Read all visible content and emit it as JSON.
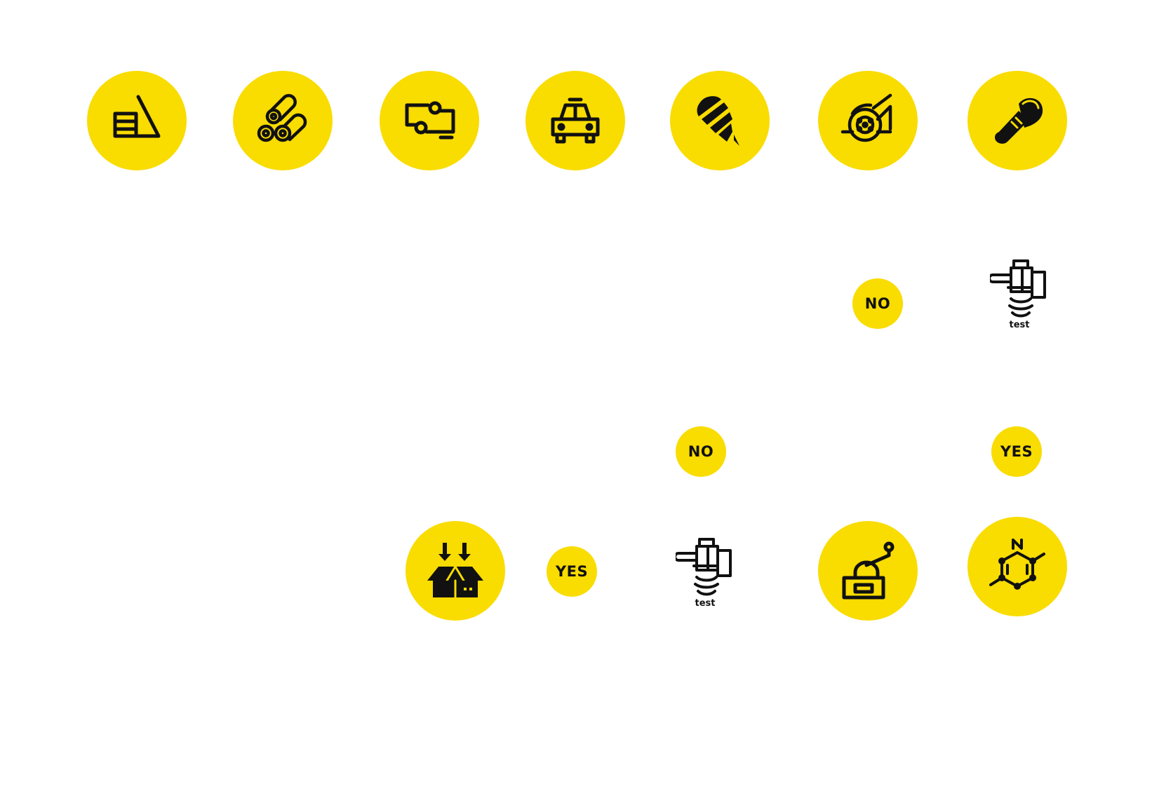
{
  "colors": {
    "node_fill": "#f9dc00",
    "ink": "#111111",
    "background": "#ffffff"
  },
  "row1": [
    {
      "icon": "sand-pile-with-bricks-icon"
    },
    {
      "icon": "stacked-logs-icon"
    },
    {
      "icon": "conveyor-route-icon"
    },
    {
      "icon": "taxi-car-icon"
    },
    {
      "icon": "drill-bit-icon"
    },
    {
      "icon": "rotary-cutter-icon"
    },
    {
      "icon": "bandage-plaster-icon"
    }
  ],
  "decisions": {
    "no_top": "NO",
    "no_middle": "NO",
    "yes_right": "YES",
    "yes_bottom": "YES"
  },
  "tests": {
    "top": {
      "label": "test",
      "icon": "spring-machine-test-icon"
    },
    "bottom": {
      "label": "test",
      "icon": "spring-machine-test-icon"
    }
  },
  "row3": [
    {
      "icon": "box-unpacking-icon"
    },
    {
      "icon": "grinder-machine-icon"
    },
    {
      "icon": "molecule-hexagon-icon"
    }
  ]
}
